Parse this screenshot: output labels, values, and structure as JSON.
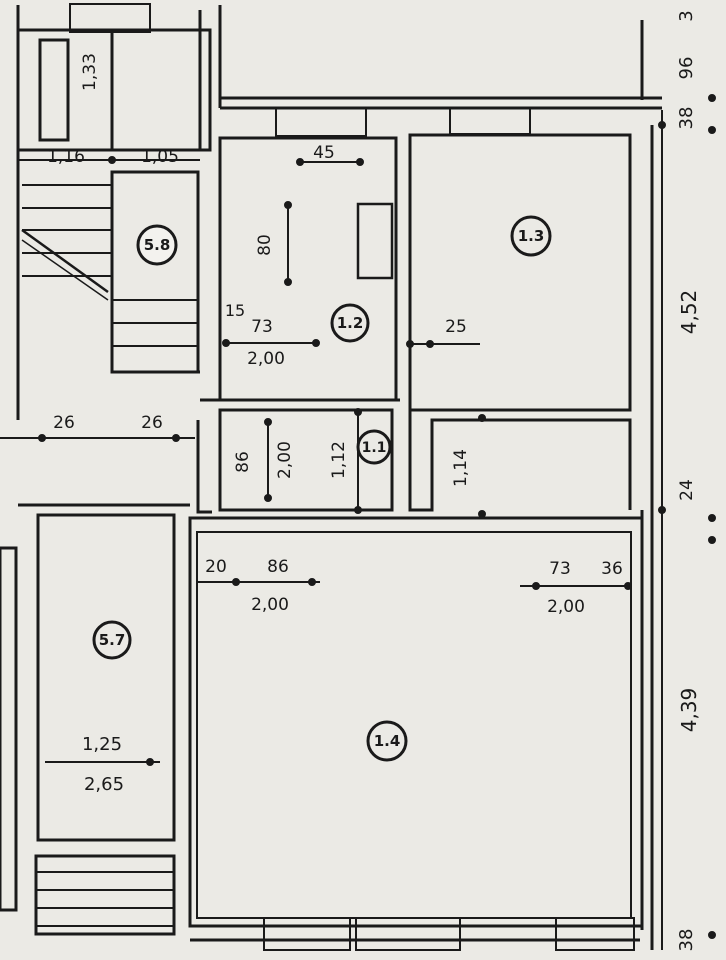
{
  "plan": {
    "rooms": {
      "r11": "1.1",
      "r12": "1.2",
      "r13": "1.3",
      "r14": "1.4",
      "r57": "5.7",
      "r58": "5.8"
    },
    "dims": {
      "d_133": "1,33",
      "d_116": "1,16",
      "d_105": "1,05",
      "d_45": "45",
      "d_80": "80",
      "d_15": "15",
      "d_73a": "73",
      "d_200a": "2,00",
      "d_25": "25",
      "d_26a": "26",
      "d_26b": "26",
      "d_86a": "86",
      "d_200b": "2,00",
      "d_112": "1,12",
      "d_114": "1,14",
      "d_20": "20",
      "d_86b": "86",
      "d_200c": "2,00",
      "d_73b": "73",
      "d_36": "36",
      "d_200d": "2,00",
      "d_125": "1,25",
      "d_265": "2,65",
      "d_452": "4,52",
      "d_439": "4,39",
      "d_24": "24",
      "d_38a": "38",
      "d_96": "96",
      "d_3": "3",
      "d_38b": "38"
    },
    "colors": {
      "paper": "#e9e8e3",
      "wall_fill": "#f6f5f1",
      "ink": "#1a1a1a"
    }
  }
}
